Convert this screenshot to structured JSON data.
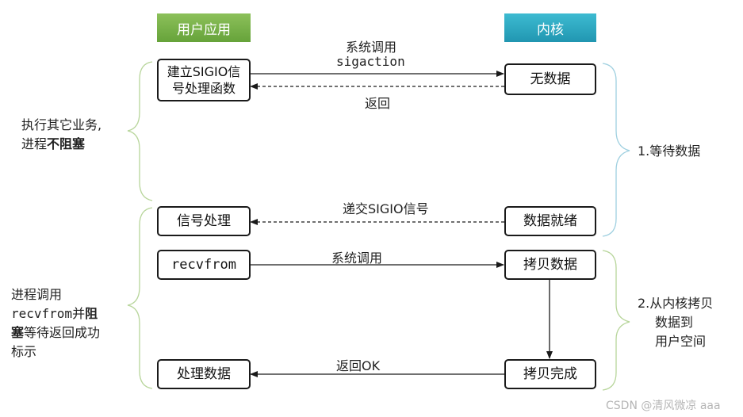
{
  "headers": {
    "user": "用户应用",
    "kernel": "内核"
  },
  "boxes": {
    "setup_signal": "建立SIGIO信号处理函数",
    "no_data": "无数据",
    "signal_handling": "信号处理",
    "data_ready": "数据就绪",
    "recvfrom": "recvfrom",
    "copy_data": "拷贝数据",
    "process_data": "处理数据",
    "copy_done": "拷贝完成"
  },
  "arrows": {
    "syscall_1_line1": "系统调用",
    "syscall_1_line2": "sigaction",
    "return_1": "返回",
    "deliver_signal": "递交SIGIO信号",
    "syscall_2": "系统调用",
    "return_ok": "返回OK"
  },
  "left_notes": {
    "note1_line1": "执行其它业务,",
    "note1_line2_plain": "进程",
    "note1_line2_bold": "不阻塞",
    "note2_line1": "进程调用",
    "note2_line2_plain": "recvfrom并",
    "note2_line2_bold": "阻",
    "note2_line3_bold": "塞",
    "note2_line3_plain": "等待返回成功",
    "note2_line4": "标示"
  },
  "right_notes": {
    "phase1": "1.等待数据",
    "phase2_line1": "2.从内核拷贝",
    "phase2_line2": "数据到",
    "phase2_line3": "用户空间"
  },
  "watermark": "CSDN @清风微凉 aaa",
  "colors": {
    "user_header": "#76b043",
    "kernel_header": "#2aa6c0",
    "brace": "#b7d59a",
    "box_border": "#1a1a1a"
  }
}
